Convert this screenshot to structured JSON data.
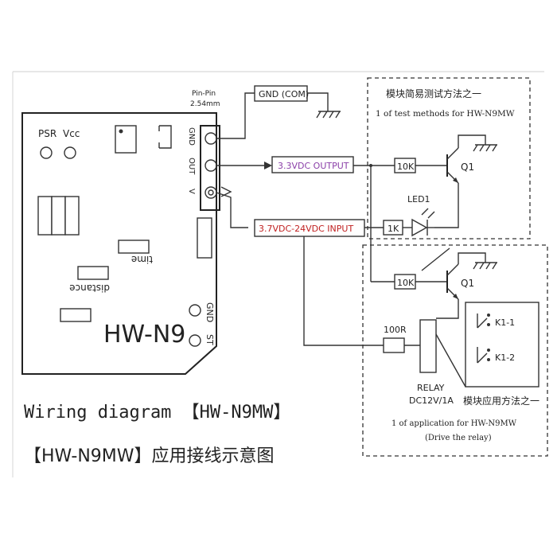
{
  "board": {
    "pin_label": "Pin-Pin",
    "pin_pitch": "2.54mm",
    "psr": "PSR",
    "vcc": "Vcc",
    "gnd_pin": "GND",
    "out_pin": "OUT",
    "v_pin": "V",
    "distance": "distance",
    "time": "time",
    "model": "HW-N9",
    "st": "ST",
    "gnd2": "GND"
  },
  "wires": {
    "gnd_com": "GND (COM)",
    "output": "3.3VDC OUTPUT",
    "input": "3.7VDC-24VDC INPUT"
  },
  "test_box": {
    "title_cn": "模块简易测试方法之一",
    "title_en": "1 of test methods for HW-N9MW",
    "r1": "10K",
    "q": "Q1",
    "led": "LED1",
    "r2": "1K"
  },
  "app_box": {
    "r1": "10K",
    "q": "Q1",
    "r2": "100R",
    "k1": "K1-1",
    "k2": "K1-2",
    "relay": "RELAY",
    "relay_spec": "DC12V/1A",
    "title_cn": "模块应用方法之一",
    "title_en": "1 of application for HW-N9MW",
    "title_en2": "(Drive the relay)"
  },
  "caption": {
    "line1": "Wiring diagram 【HW-N9MW】",
    "line2": "【HW-N9MW】应用接线示意图"
  }
}
